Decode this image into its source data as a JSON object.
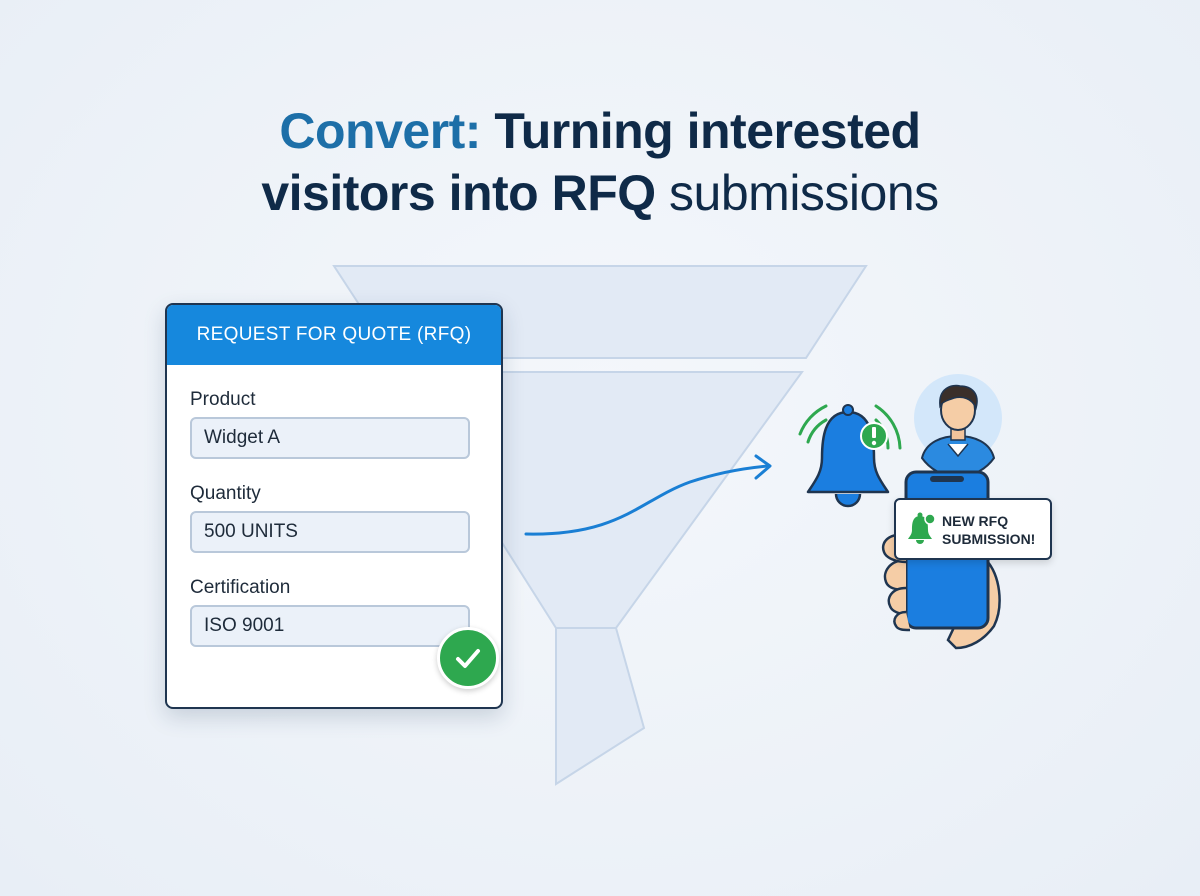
{
  "headline": {
    "accent": "Convert:",
    "line1_rest": "Turning interested",
    "line2_bold": "visitors into RFQ",
    "line2_light": "submissions"
  },
  "rfq_form": {
    "title": "REQUEST FOR QUOTE (RFQ)",
    "fields": [
      {
        "label": "Product",
        "value": "Widget A"
      },
      {
        "label": "Quantity",
        "value": "500 UNITS"
      },
      {
        "label": "Certification",
        "value": "ISO 9001"
      }
    ]
  },
  "notification": {
    "line1": "NEW RFQ",
    "line2": "SUBMISSION!"
  },
  "colors": {
    "header_blue": "#1688dd",
    "accent_text": "#1d6fa8",
    "dark_text": "#0f2a48",
    "success_green": "#2ea84f",
    "funnel_fill": "#e1e9f4",
    "funnel_stroke": "#c4d3e6",
    "phone_blue": "#1b7ee0"
  },
  "icons": [
    "check-icon",
    "bell-icon",
    "alert-icon",
    "avatar-icon",
    "phone-icon",
    "arrow-icon"
  ]
}
